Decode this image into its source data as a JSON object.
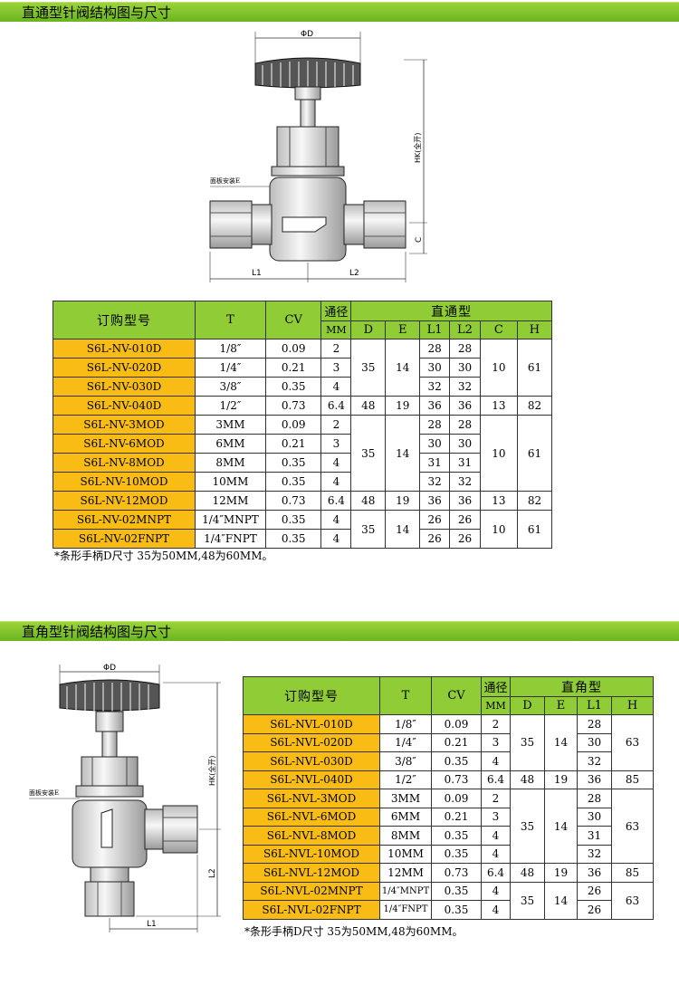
{
  "straight": {
    "title": "直通型针阀结构图与尺寸",
    "drawing_labels": {
      "od": "ΦD",
      "panel": "面板安装E",
      "hk": "HK(全开)",
      "c": "C",
      "l1": "L1",
      "l2": "L2"
    },
    "headers": {
      "model": "订购型号",
      "t": "T",
      "cv": "CV",
      "bore": "通径",
      "bore_unit": "MM",
      "group": "直通型",
      "d": "D",
      "e": "E",
      "l1": "L1",
      "l2": "L2",
      "c": "C",
      "h": "H"
    },
    "rows": [
      {
        "model": "S6L-NV-010D",
        "t": "1/8″",
        "cv": "0.09",
        "bore": "2",
        "l1": "28",
        "l2": "28"
      },
      {
        "model": "S6L-NV-020D",
        "t": "1/4″",
        "cv": "0.21",
        "bore": "3",
        "l1": "30",
        "l2": "30"
      },
      {
        "model": "S6L-NV-030D",
        "t": "3/8″",
        "cv": "0.35",
        "bore": "4",
        "l1": "32",
        "l2": "32"
      },
      {
        "model": "S6L-NV-040D",
        "t": "1/2″",
        "cv": "0.73",
        "bore": "6.4",
        "l1": "36",
        "l2": "36"
      },
      {
        "model": "S6L-NV-3MOD",
        "t": "3MM",
        "cv": "0.09",
        "bore": "2",
        "l1": "28",
        "l2": "28"
      },
      {
        "model": "S6L-NV-6MOD",
        "t": "6MM",
        "cv": "0.21",
        "bore": "3",
        "l1": "30",
        "l2": "30"
      },
      {
        "model": "S6L-NV-8MOD",
        "t": "8MM",
        "cv": "0.35",
        "bore": "4",
        "l1": "31",
        "l2": "31"
      },
      {
        "model": "S6L-NV-10MOD",
        "t": "10MM",
        "cv": "0.35",
        "bore": "4",
        "l1": "32",
        "l2": "32"
      },
      {
        "model": "S6L-NV-12MOD",
        "t": "12MM",
        "cv": "0.73",
        "bore": "6.4",
        "l1": "36",
        "l2": "36"
      },
      {
        "model": "S6L-NV-02MNPT",
        "t": "1/4″MNPT",
        "cv": "0.35",
        "bore": "4",
        "l1": "26",
        "l2": "26"
      },
      {
        "model": "S6L-NV-02FNPT",
        "t": "1/4″FNPT",
        "cv": "0.35",
        "bore": "4",
        "l1": "26",
        "l2": "26"
      }
    ],
    "groups": [
      {
        "d": "35",
        "e": "14",
        "c": "10",
        "h": "61"
      },
      {
        "d": "48",
        "e": "19",
        "c": "13",
        "h": "82"
      },
      {
        "d": "35",
        "e": "14",
        "c": "10",
        "h": "61"
      },
      {
        "d": "48",
        "e": "19",
        "c": "13",
        "h": "82"
      },
      {
        "d": "35",
        "e": "14",
        "c": "10",
        "h": "61"
      }
    ],
    "footnote": "*条形手柄D尺寸 35为50MM,48为60MM。"
  },
  "angle": {
    "title": "直角型针阀结构图与尺寸",
    "drawing_labels": {
      "od": "ΦD",
      "panel": "面板安装E",
      "hk": "HK(全开)",
      "l2": "L2",
      "l1": "L1"
    },
    "headers": {
      "model": "订购型号",
      "t": "T",
      "cv": "CV",
      "bore": "通径",
      "bore_unit": "MM",
      "group": "直角型",
      "d": "D",
      "e": "E",
      "l1": "L1",
      "h": "H"
    },
    "rows": [
      {
        "model": "S6L-NVL-010D",
        "t": "1/8″",
        "cv": "0.09",
        "bore": "2",
        "l1": "28"
      },
      {
        "model": "S6L-NVL-020D",
        "t": "1/4″",
        "cv": "0.21",
        "bore": "3",
        "l1": "30"
      },
      {
        "model": "S6L-NVL-030D",
        "t": "3/8″",
        "cv": "0.35",
        "bore": "4",
        "l1": "32"
      },
      {
        "model": "S6L-NVL-040D",
        "t": "1/2″",
        "cv": "0.73",
        "bore": "6.4",
        "l1": "36"
      },
      {
        "model": "S6L-NVL-3MOD",
        "t": "3MM",
        "cv": "0.09",
        "bore": "2",
        "l1": "28"
      },
      {
        "model": "S6L-NVL-6MOD",
        "t": "6MM",
        "cv": "0.21",
        "bore": "3",
        "l1": "30"
      },
      {
        "model": "S6L-NVL-8MOD",
        "t": "8MM",
        "cv": "0.35",
        "bore": "4",
        "l1": "31"
      },
      {
        "model": "S6L-NVL-10MOD",
        "t": "10MM",
        "cv": "0.35",
        "bore": "4",
        "l1": "32"
      },
      {
        "model": "S6L-NVL-12MOD",
        "t": "12MM",
        "cv": "0.73",
        "bore": "6.4",
        "l1": "36"
      },
      {
        "model": "S6L-NVL-02MNPT",
        "t": "1/4″MNPT",
        "cv": "0.35",
        "bore": "4",
        "l1": "26"
      },
      {
        "model": "S6L-NVL-02FNPT",
        "t": "1/4″FNPT",
        "cv": "0.35",
        "bore": "4",
        "l1": "26"
      }
    ],
    "groups": [
      {
        "d": "35",
        "e": "14",
        "h": "63"
      },
      {
        "d": "48",
        "e": "19",
        "h": "85"
      },
      {
        "d": "35",
        "e": "14",
        "h": "63"
      },
      {
        "d": "48",
        "e": "19",
        "h": "85"
      },
      {
        "d": "35",
        "e": "14",
        "h": "63"
      }
    ],
    "footnote": "*条形手柄D尺寸 35为50MM,48为60MM。"
  }
}
